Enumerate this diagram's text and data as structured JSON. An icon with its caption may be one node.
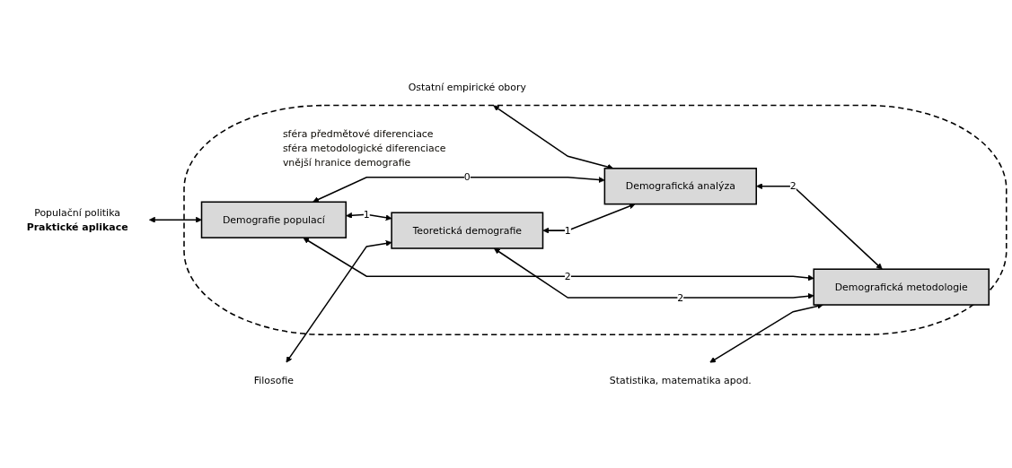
{
  "diagram": {
    "nodes": [
      {
        "text": [
          "sféra předmětové diferenciace",
          "sféra metodologické diferenciace",
          "vnější hranice demografie"
        ]
      },
      {
        "text": [
          "Demografie populací"
        ],
        "in": 0
      },
      {
        "text": [
          "Demografická analýza"
        ],
        "in": 0
      },
      {
        "text": [
          "Teoretická demografie"
        ],
        "in": 0
      },
      {
        "text": [
          "Demografická metodologie"
        ],
        "in": 0
      },
      {
        "text": [
          "Populační politika",
          "Praktické aplikace"
        ]
      },
      {
        "text": [
          "Ostatní empirické obory"
        ]
      },
      {
        "text": [
          "Filosofie"
        ]
      },
      {
        "text": [
          "Statistika, matematika apod."
        ]
      }
    ],
    "edges": [
      {
        "from": 5,
        "to": 1,
        "arrow": "both"
      },
      {
        "from": 6,
        "to": 2,
        "arrow": "both"
      },
      {
        "from": 1,
        "to": 2,
        "arrow": "both",
        "label": "0"
      },
      {
        "from": 1,
        "to": 3,
        "arrow": "both",
        "label": "1"
      },
      {
        "from": 2,
        "to": 4,
        "arrow": "both",
        "label": "2"
      },
      {
        "from": 3,
        "to": 2,
        "arrow": "both",
        "label": "1"
      },
      {
        "from": 1,
        "to": 4,
        "arrow": "both",
        "label": "2"
      },
      {
        "from": 3,
        "to": 4,
        "arrow": "both",
        "label": "2"
      },
      {
        "from": 7,
        "to": 3,
        "arrow": "both"
      },
      {
        "from": 8,
        "to": 4,
        "arrow": "both"
      }
    ]
  }
}
